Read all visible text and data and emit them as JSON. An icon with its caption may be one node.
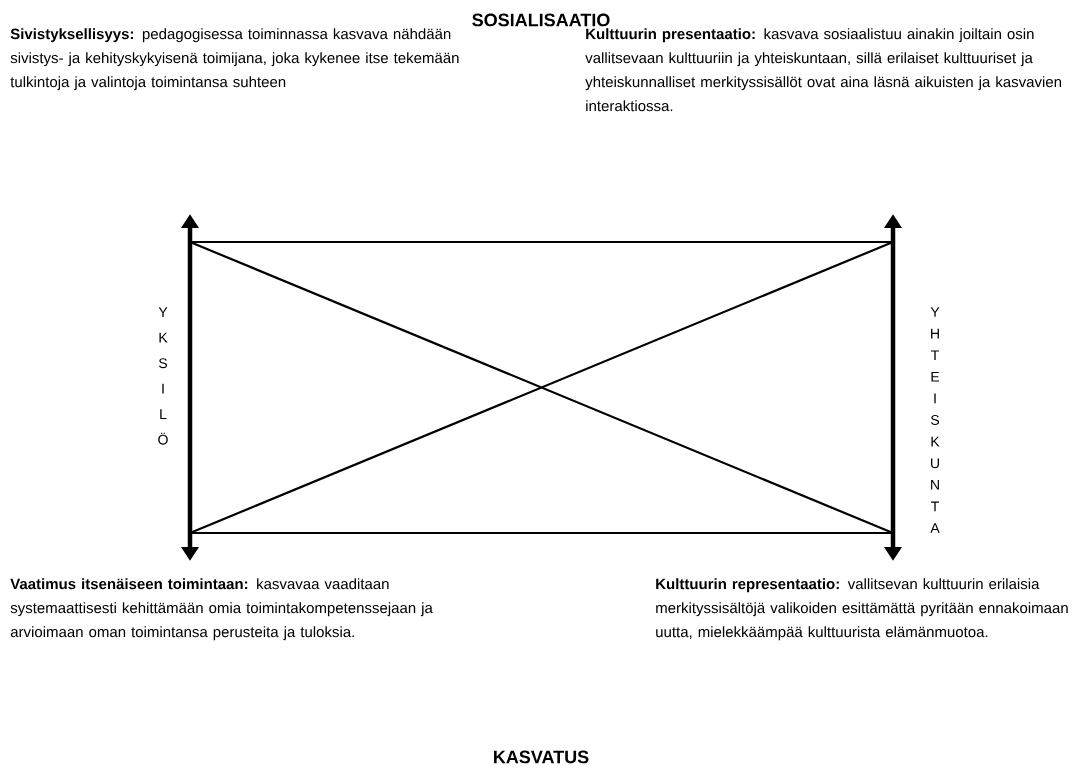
{
  "diagram": {
    "title": "SOSIALISAATIO",
    "caption": "KASVATUS",
    "nodes": [
      {
        "text": [
          "**Sivistyksellisyys:** pedagogisessa toiminnassa kasvava nähdään sivistys- ja kehityskykyisenä toimijana, joka kykenee itse tekemään tulkintoja ja valintoja toimintansa suhteen"
        ]
      },
      {
        "text": [
          "**Kulttuurin presentaatio:** kasvava sosiaalistuu ainakin joiltain osin vallitsevaan kulttuuriin ja yhteiskuntaan, sillä erilaiset kulttuuriset ja yhteiskunnalliset merkityssisällöt ovat aina läsnä aikuisten ja kasvavien interaktiossa."
        ]
      },
      {
        "text": [
          "**Vaatimus itsenäiseen toimintaan:** kasvavaa vaaditaan systemaattisesti kehittämään omia toimintakompetenssejaan ja arvioimaan oman toimintansa perusteita ja tuloksia."
        ]
      },
      {
        "text": [
          "**Kulttuurin representaatio:** vallitsevan kulttuurin erilaisia merkityssisältöjä valikoiden esittämättä pyritään ennakoimaan uutta, mielekkäämpää kulttuurista elämänmuotoa."
        ]
      }
    ],
    "labels": [
      "YKSILÖ",
      "YHTEISKUNTA"
    ]
  }
}
